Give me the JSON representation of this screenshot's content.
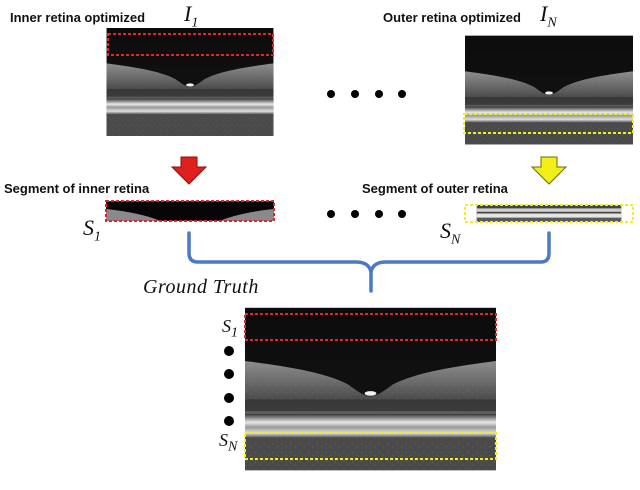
{
  "top_left": {
    "label": "Inner retina optimized",
    "var": "I",
    "sub": "1"
  },
  "top_right": {
    "label": "Outer retina optimized",
    "var": "I",
    "sub": "N"
  },
  "segment_left": {
    "label": "Segment of inner retina",
    "var": "S",
    "sub": "1"
  },
  "segment_right": {
    "label": "Segment of outer retina",
    "var": "S",
    "sub": "N"
  },
  "ground_truth": {
    "label": "Ground Truth",
    "s1_var": "S",
    "s1_sub": "1",
    "sn_var": "S",
    "sn_sub": "N"
  },
  "colors": {
    "inner_box": "#e0262a",
    "outer_box": "#f3ef1a",
    "arrow_red": "#e01f1f",
    "arrow_yellow": "#f2ee17",
    "brace": "#4a79c6"
  }
}
